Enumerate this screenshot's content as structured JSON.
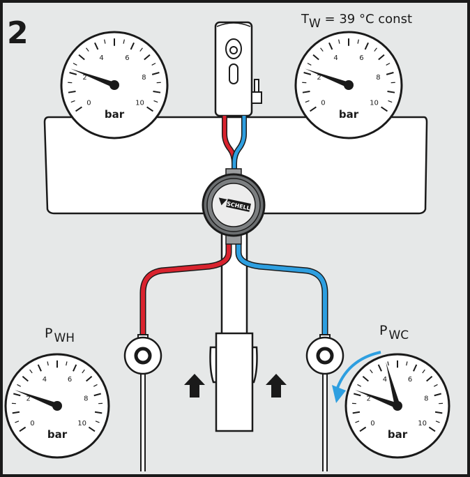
{
  "step_number": "2",
  "temperature_label": {
    "t_letter": "T",
    "t_sub": "W",
    "text": " = 39 °C const"
  },
  "pressure_labels": {
    "hot": {
      "letter": "P",
      "sub": "WH"
    },
    "cold": {
      "letter": "P",
      "sub": "WC"
    }
  },
  "gauge_unit": "bar",
  "gauge_ticks": [
    "0",
    "2",
    "4",
    "6",
    "8",
    "10"
  ],
  "brand_logo": "SCHELL",
  "gauges": [
    {
      "name": "gauge-top-left",
      "reading_bar": 2.2
    },
    {
      "name": "gauge-top-right",
      "reading_bar": 2.2
    },
    {
      "name": "gauge-bottom-left",
      "reading_bar": 2.2
    },
    {
      "name": "gauge-bottom-right",
      "reading_bar": 2.2,
      "second_needle_bar": 4.4
    }
  ],
  "colors": {
    "background": "#e6e8e8",
    "frame": "#1a1a1a",
    "hot": "#d9232e",
    "cold": "#2e9fe0",
    "valve_body": "#6b6e70"
  }
}
